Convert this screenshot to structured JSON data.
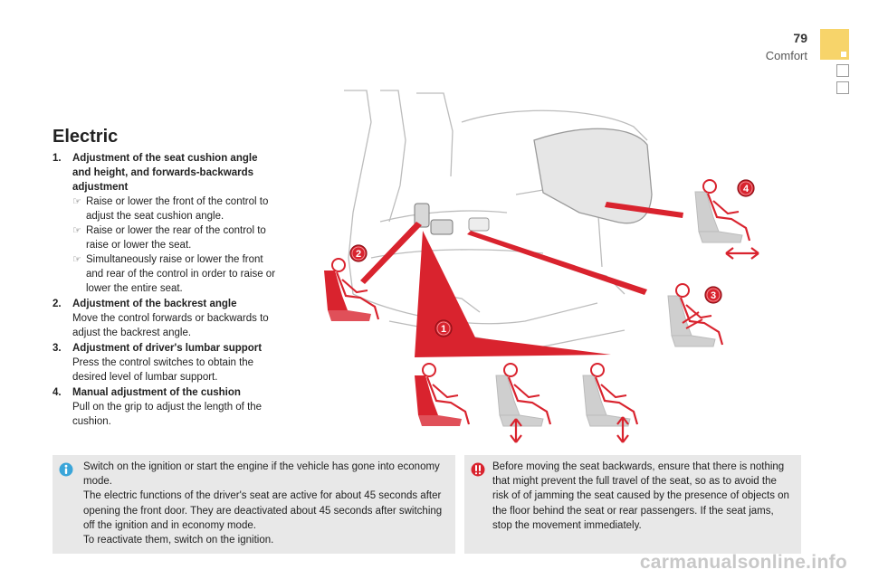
{
  "header": {
    "page_number": "79",
    "section": "Comfort"
  },
  "title": "Electric",
  "items": [
    {
      "number": "1.",
      "heading": "Adjustment of the seat cushion angle and height, and forwards-backwards adjustment",
      "bullets": [
        "Raise or lower the front of the control to adjust the seat cushion angle.",
        "Raise or lower the rear of the control to raise or lower the seat.",
        "Simultaneously raise or lower the front and rear of the control in order to raise or lower the entire seat."
      ]
    },
    {
      "number": "2.",
      "heading": "Adjustment of the backrest angle",
      "text": "Move the control forwards or backwards to adjust the backrest angle."
    },
    {
      "number": "3.",
      "heading": "Adjustment of driver's lumbar support",
      "text": "Press the control switches to obtain the desired level of lumbar support."
    },
    {
      "number": "4.",
      "heading": "Manual adjustment of the cushion",
      "text": "Pull on the grip to adjust the length of the cushion."
    }
  ],
  "callouts": [
    "1",
    "2",
    "3",
    "4"
  ],
  "info_box": {
    "icon": "info-icon",
    "lines": [
      "Switch on the ignition or start the engine if the vehicle has gone into economy mode.",
      "The electric functions of the driver's seat are active for about 45 seconds after opening the front door. They are deactivated about 45 seconds after switching off the ignition and in economy mode.",
      "To reactivate them, switch on the ignition."
    ]
  },
  "warning_box": {
    "icon": "warning-icon",
    "text": "Before moving the seat backwards, ensure that there is nothing that might prevent the full travel of the seat, so as to avoid the risk of of jamming the seat caused by the presence of objects on the floor behind the seat or rear passengers. If the seat jams, stop the movement immediately."
  },
  "footer": "carmanualsonline.info",
  "colors": {
    "accent_red": "#d9232e",
    "tab_yellow": "#f7d46a",
    "box_gray": "#e8e8e8"
  }
}
